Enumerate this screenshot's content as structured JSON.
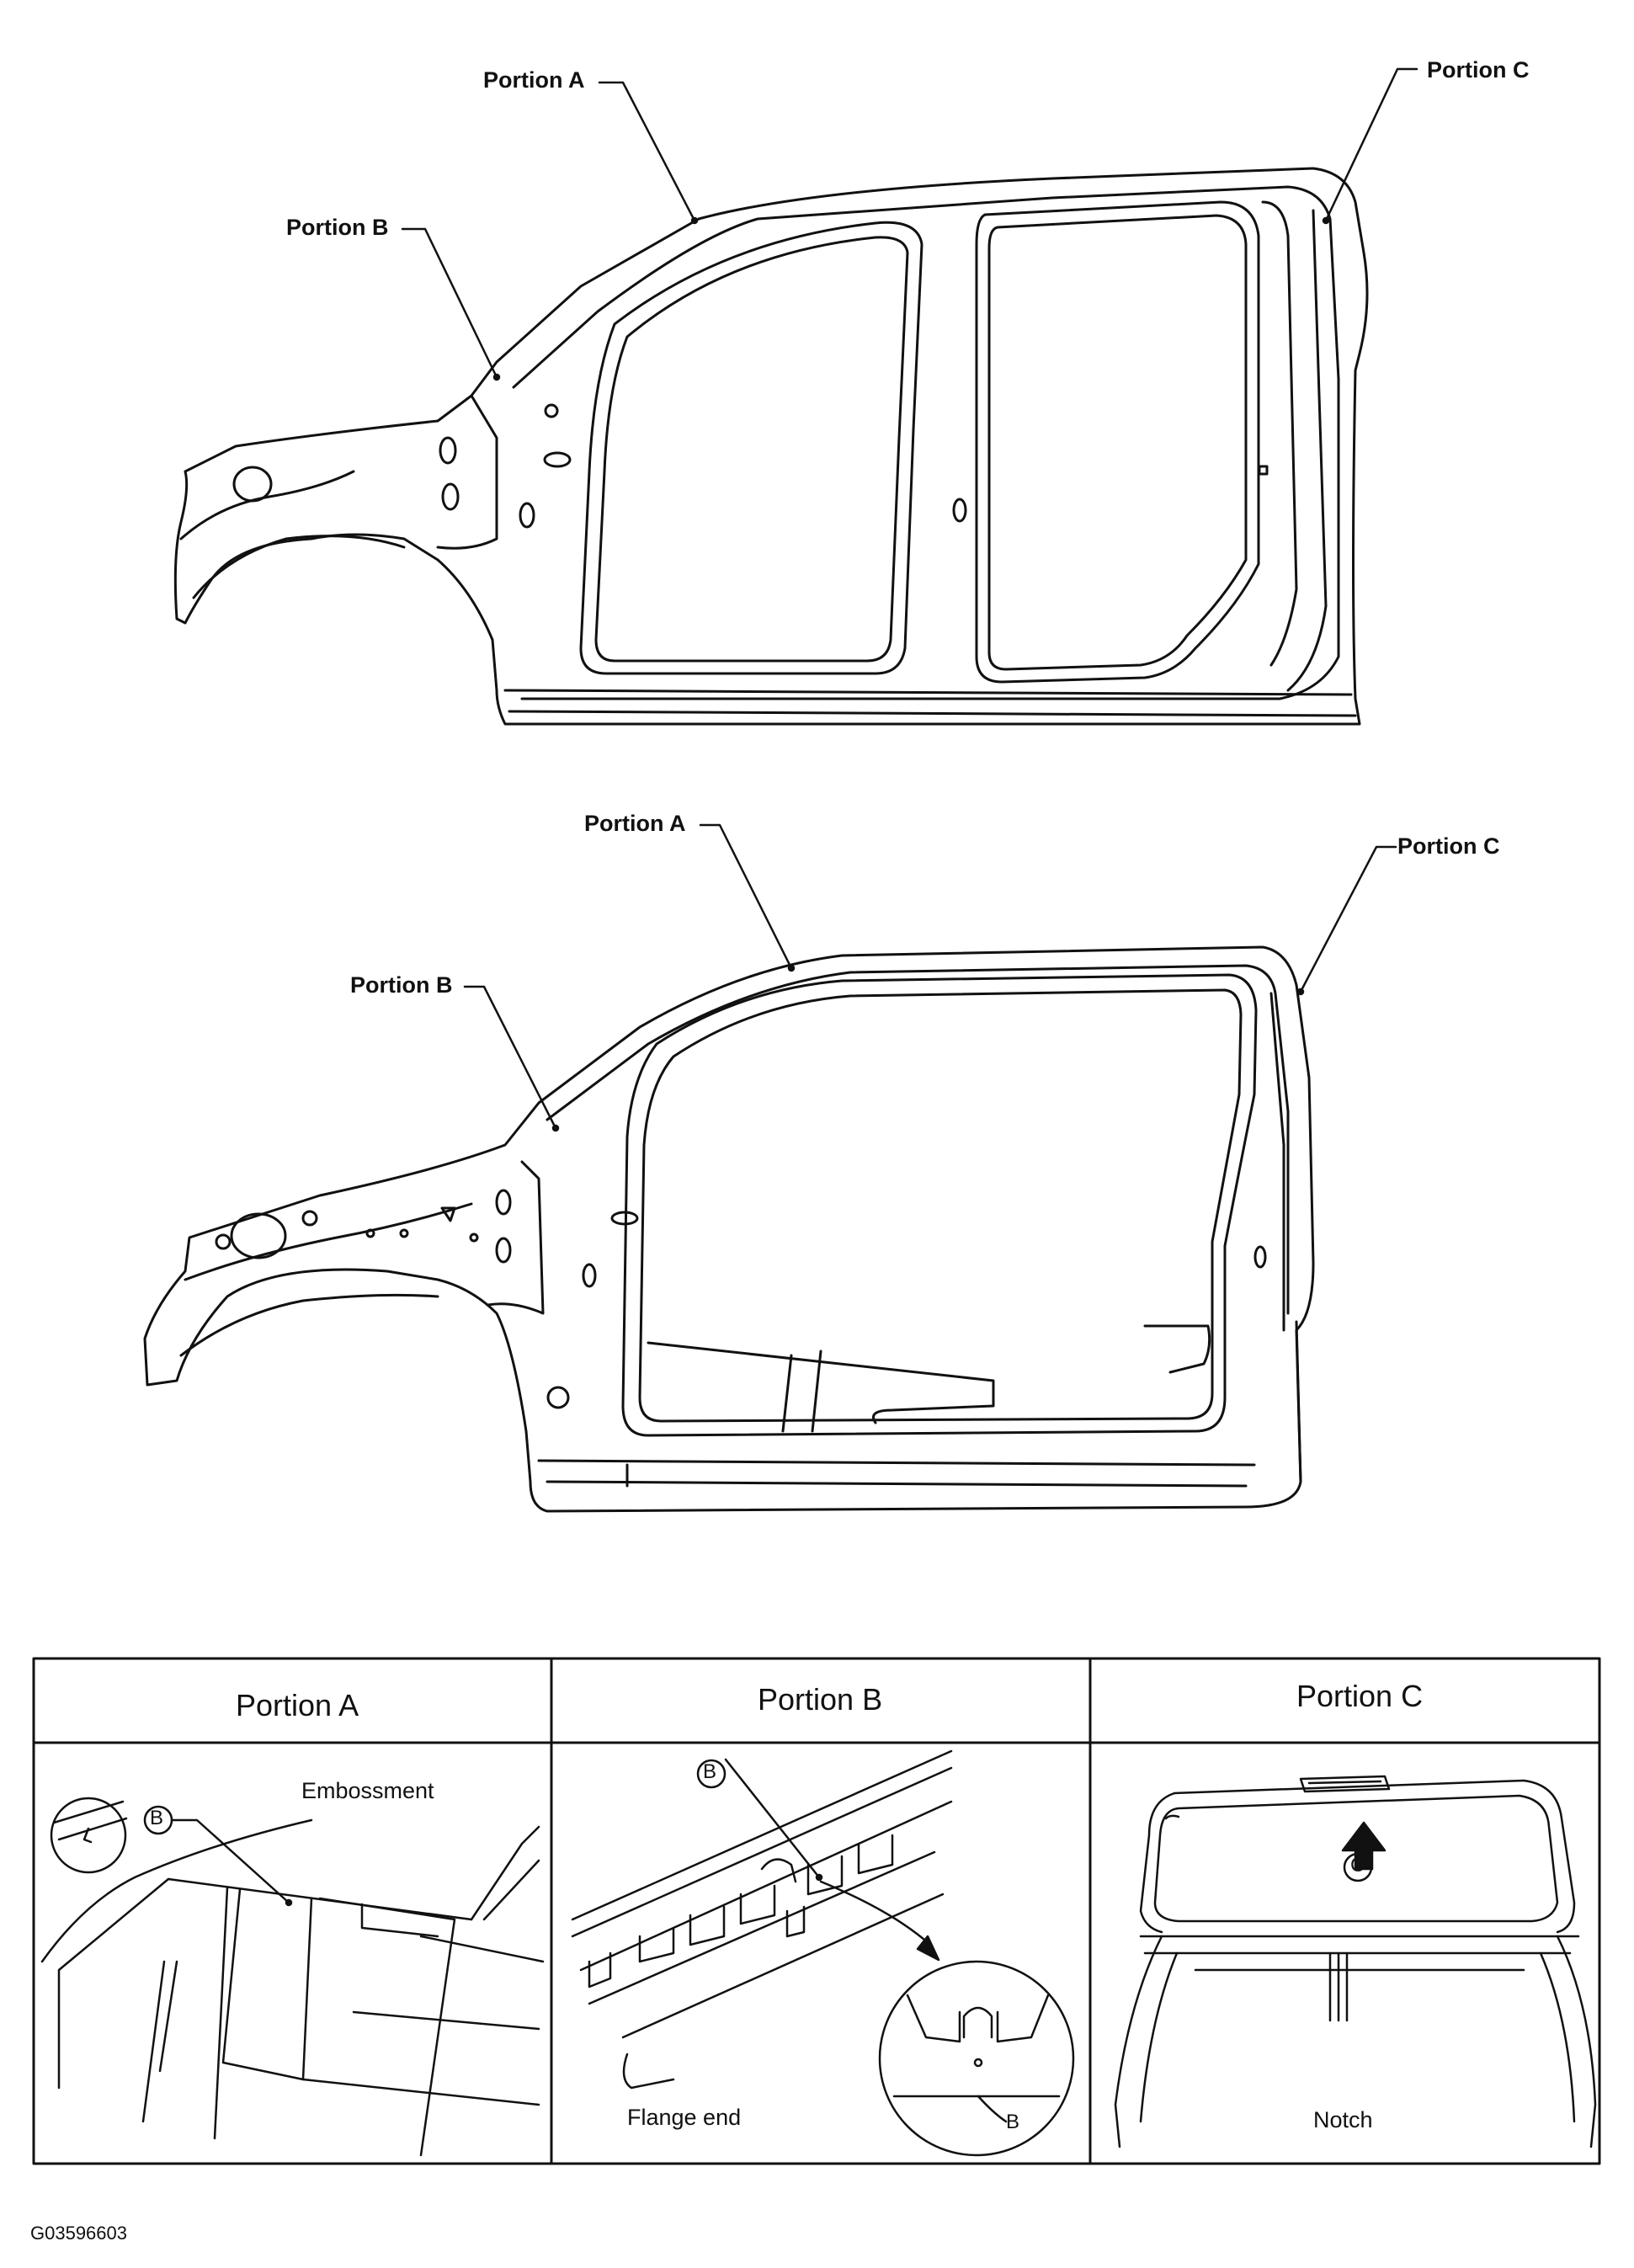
{
  "top_diagram": {
    "portion_a": "Portion A",
    "portion_b": "Portion B",
    "portion_c": "Portion C"
  },
  "middle_diagram": {
    "portion_a": "Portion A",
    "portion_b": "Portion B",
    "portion_c": "Portion C"
  },
  "table": {
    "headers": [
      "Portion A",
      "Portion B",
      "Portion C"
    ],
    "cell_a": {
      "marker": "B",
      "label": "Embossment"
    },
    "cell_b": {
      "marker": "B",
      "marker_detail": "B",
      "label": "Flange end"
    },
    "cell_c": {
      "marker": "C",
      "label": "Notch"
    }
  },
  "figure_id": "G03596603"
}
